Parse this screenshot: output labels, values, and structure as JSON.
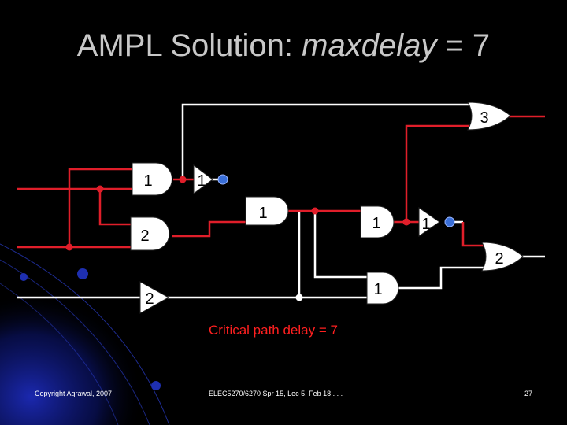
{
  "title": {
    "prefix": "AMPL Solution: ",
    "emphasis": "maxdelay",
    "suffix": " = 7"
  },
  "gates": [
    {
      "id": "or-top",
      "delay": "3"
    },
    {
      "id": "and-1",
      "delay": "1"
    },
    {
      "id": "not-1",
      "delay": "1"
    },
    {
      "id": "and-2",
      "delay": "2"
    },
    {
      "id": "wire-delay",
      "delay": "1"
    },
    {
      "id": "and-3",
      "delay": "1"
    },
    {
      "id": "not-2",
      "delay": "1"
    },
    {
      "id": "or-right",
      "delay": "2"
    },
    {
      "id": "buffer-bottom",
      "delay": "2"
    },
    {
      "id": "and-bottom",
      "delay": "1"
    }
  ],
  "annotation": "Critical path delay = 7",
  "footer": {
    "copyright": "Copyright Agrawal, 2007",
    "course": "ELEC5270/6270 Spr 15, Lec 5, Feb 18 . . .",
    "page": "27"
  },
  "colors": {
    "background": "#000000",
    "gate_fill": "#ffffff",
    "critical_wire": "#e01e2a",
    "normal_wire": "#ffffff",
    "inverter_bubble": "#3a6fd8",
    "title": "#c8c8c8",
    "decoration": "#1a2a9a"
  }
}
